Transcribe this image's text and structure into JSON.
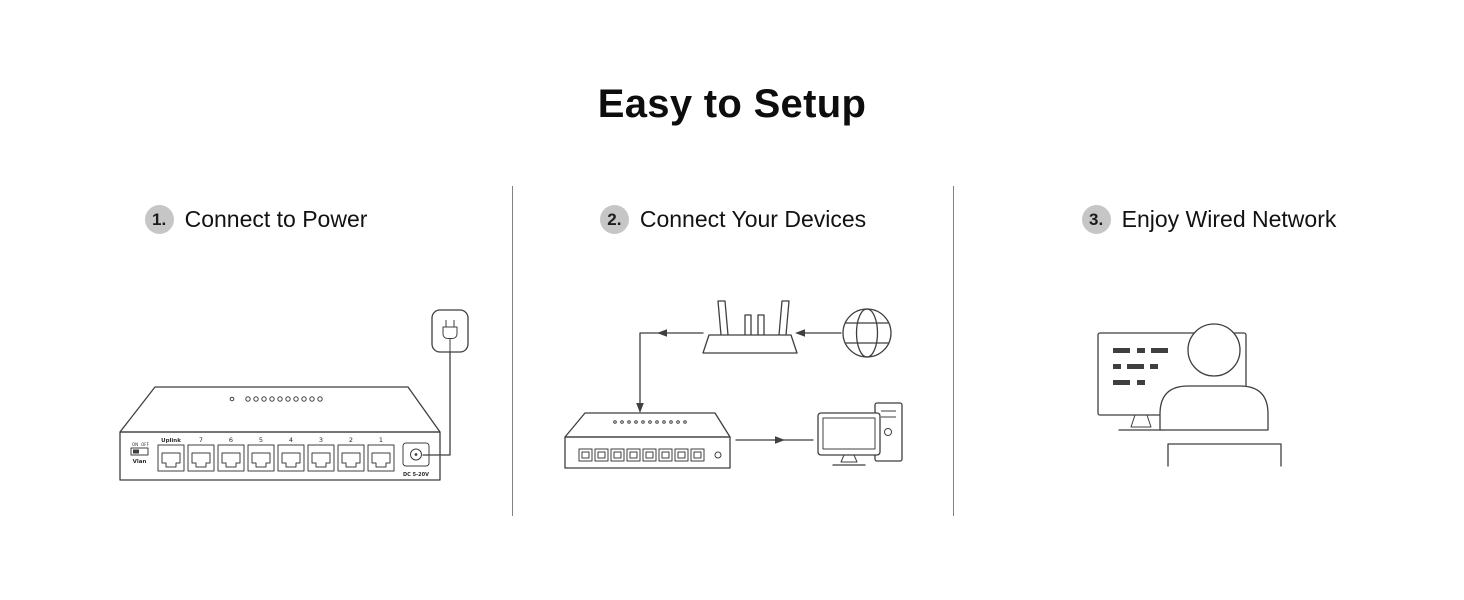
{
  "title": "Easy to Setup",
  "steps": [
    {
      "number": "1.",
      "label": "Connect to Power"
    },
    {
      "number": "2.",
      "label": "Connect Your Devices"
    },
    {
      "number": "3.",
      "label": "Enjoy Wired Network"
    }
  ],
  "switch": {
    "uplink_label": "Uplink",
    "port_labels": [
      "7",
      "6",
      "5",
      "4",
      "3",
      "2",
      "1"
    ],
    "on_label": "ON",
    "off_label": "OFF",
    "vlan_label": "Vlan",
    "dc_label": "DC 5-20V"
  },
  "colors": {
    "line": "#3f3f3f",
    "badge": "#c6c6c6",
    "divider": "#828282",
    "text": "#121212"
  }
}
